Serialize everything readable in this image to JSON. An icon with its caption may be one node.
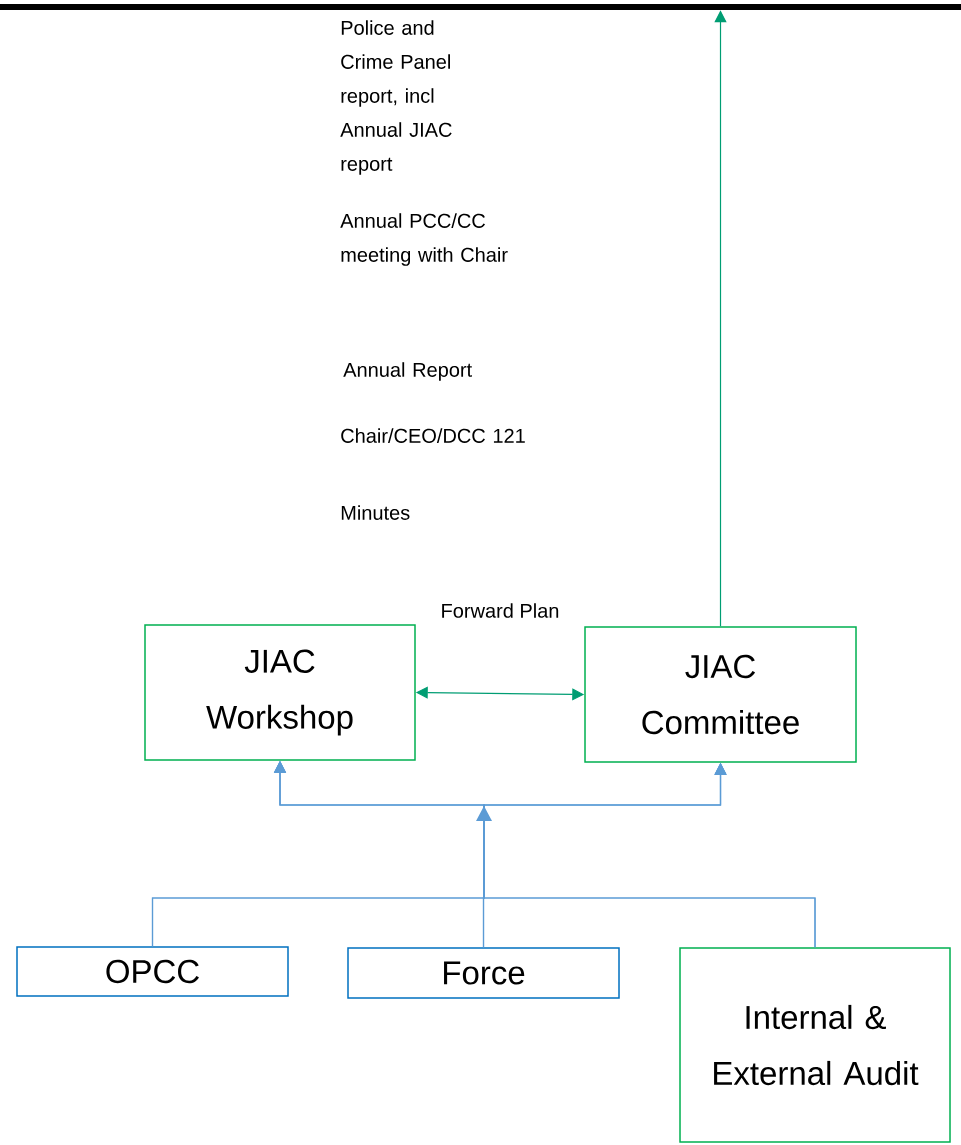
{
  "diagram": {
    "nodes": [
      {
        "text": [],
        "shape": "bar"
      },
      {
        "text": [
          "JIAC Workshop"
        ]
      },
      {
        "text": [
          "JIAC Committee"
        ]
      },
      {
        "text": [
          "OPCC"
        ]
      },
      {
        "text": [
          "Force"
        ]
      },
      {
        "text": [
          "Internal & External Audit"
        ]
      }
    ],
    "edges": [
      {
        "from": 2,
        "to": 0,
        "arrow": "to",
        "color": "#00b050"
      },
      {
        "from": 1,
        "to": 2,
        "arrow": "both",
        "color": "#00b050",
        "label": "Forward Plan"
      },
      {
        "from": 3,
        "to": 1,
        "arrow": "to"
      },
      {
        "from": 3,
        "to": 2,
        "arrow": "to"
      },
      {
        "from": 4,
        "to": 1,
        "arrow": "to"
      },
      {
        "from": 4,
        "to": 2,
        "arrow": "to"
      },
      {
        "from": 5,
        "to": 1,
        "arrow": "to"
      },
      {
        "from": 5,
        "to": 2,
        "arrow": "to"
      }
    ],
    "labels": [
      "Police and Crime Panel report, incl Annual JIAC report",
      "Annual PCC/CC meeting with Chair",
      "Annual Report",
      "Chair/CEO/DCC 121",
      "Minutes"
    ]
  }
}
